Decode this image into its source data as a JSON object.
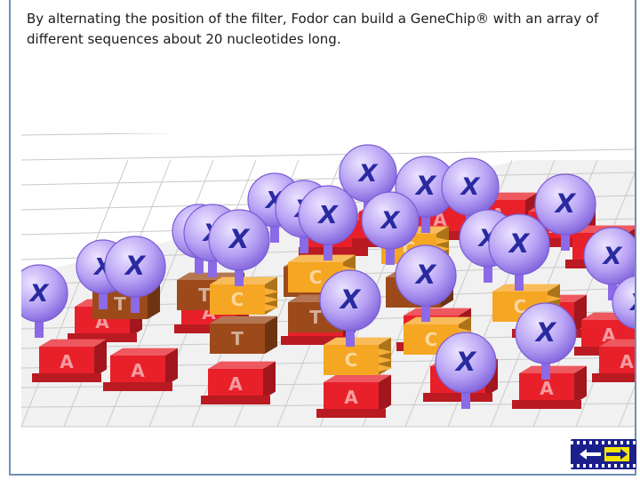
{
  "caption": "By alternating the position of the filter, Fodor can build a GeneChip® with an array of different sequences about 20 nucleotides long.",
  "labels": {
    "probe": "X",
    "adenine": "A",
    "thymine": "T",
    "cytosine": "C"
  },
  "colors": {
    "adenine": "#e8202a",
    "thymine": "#9c4a1a",
    "cytosine": "#f5a623",
    "probe": "#a98ff0",
    "stem": "#8a6ae6",
    "grid": "#c9c9c9",
    "nav_panel": "#1a1f8c",
    "nav_arrow": "#f2e600"
  },
  "nav": {
    "back_icon": "left-arrow-icon",
    "forward_icon": "right-arrow-icon"
  }
}
